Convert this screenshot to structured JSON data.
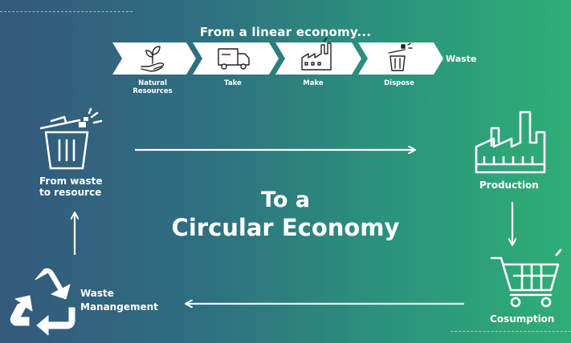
{
  "linear": {
    "title": "From a linear economy...",
    "steps": [
      {
        "line1": "Natural",
        "line2": "Resources",
        "icon": "plant-hand-icon"
      },
      {
        "line1": "Take",
        "line2": "",
        "icon": "delivery-truck-icon"
      },
      {
        "line1": "Make",
        "line2": "",
        "icon": "factory-icon"
      },
      {
        "line1": "Dispose",
        "line2": "",
        "icon": "trash-bin-icon"
      }
    ],
    "end_label": "Waste"
  },
  "circular": {
    "title_line1": "To a",
    "title_line2": "Circular Economy",
    "nodes": {
      "from_waste": {
        "line1": "From waste",
        "line2": "to resource",
        "icon": "trash-bin-icon"
      },
      "production": {
        "line1": "Production",
        "icon": "factory-icon"
      },
      "consumption": {
        "line1": "Cosumption",
        "icon": "shopping-cart-icon"
      },
      "waste_management": {
        "line1": "Waste",
        "line2": "Manangement",
        "icon": "recycle-icon"
      }
    }
  },
  "colors": {
    "gradient_left": "#33597c",
    "gradient_right": "#2fae77",
    "foreground": "#ffffff",
    "icon_stroke": "#222222"
  }
}
